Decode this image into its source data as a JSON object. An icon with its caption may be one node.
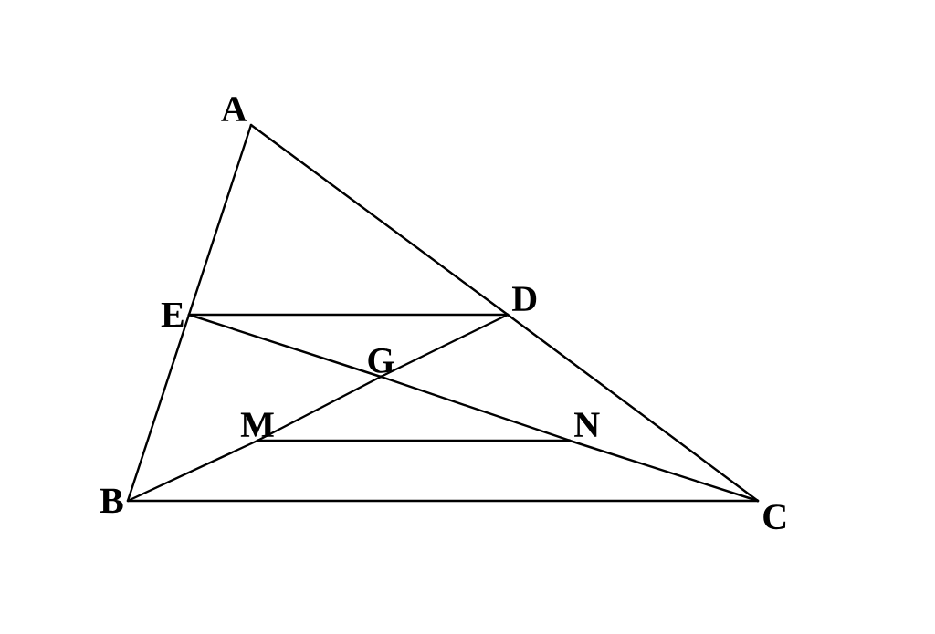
{
  "diagram": {
    "nodes": [
      {
        "text": [
          "A"
        ]
      },
      {
        "text": [
          "B"
        ]
      },
      {
        "text": [
          "C"
        ]
      },
      {
        "text": [
          "D"
        ]
      },
      {
        "text": [
          "E"
        ]
      },
      {
        "text": [
          "G"
        ]
      },
      {
        "text": [
          "M"
        ]
      },
      {
        "text": [
          "N"
        ]
      }
    ],
    "edges": [
      {
        "from": 0,
        "to": 4,
        "arrow": "none"
      },
      {
        "from": 4,
        "to": 1,
        "arrow": "none"
      },
      {
        "from": 0,
        "to": 3,
        "arrow": "none"
      },
      {
        "from": 3,
        "to": 2,
        "arrow": "none"
      },
      {
        "from": 1,
        "to": 2,
        "arrow": "none"
      },
      {
        "from": 4,
        "to": 3,
        "arrow": "none"
      },
      {
        "from": 4,
        "to": 5,
        "arrow": "none"
      },
      {
        "from": 5,
        "to": 7,
        "arrow": "none"
      },
      {
        "from": 7,
        "to": 2,
        "arrow": "none"
      },
      {
        "from": 1,
        "to": 6,
        "arrow": "none"
      },
      {
        "from": 6,
        "to": 5,
        "arrow": "none"
      },
      {
        "from": 5,
        "to": 3,
        "arrow": "none"
      },
      {
        "from": 6,
        "to": 7,
        "arrow": "none"
      }
    ]
  }
}
